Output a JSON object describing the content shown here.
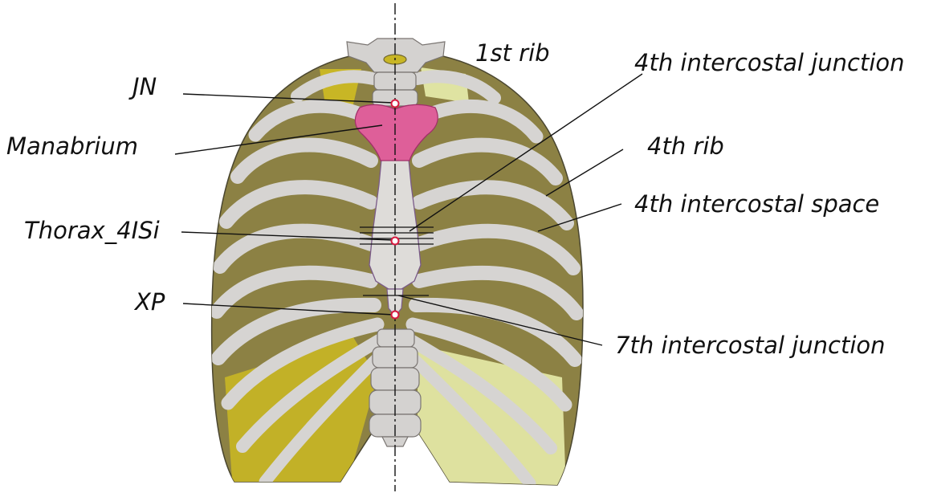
{
  "labels": {
    "jn": "JN",
    "manubrium": "Manabrium",
    "thorax_4isi": "Thorax_4ISi",
    "xp": "XP",
    "rib_1": "1st rib",
    "intercostal_junction_4": "4th intercostal junction",
    "rib_4": "4th rib",
    "intercostal_space_4": "4th intercostal space",
    "intercostal_junction_7": "7th intercostal junction"
  },
  "colors": {
    "rib_bone": "#d6d4d2",
    "rib_shadow": "#a9a7a5",
    "intercostal_space": "#8c8144",
    "intercostal_dark": "#6f6535",
    "intercostal_yellow": "#c8b625",
    "intercostal_pale": "#e3e6a4",
    "manubrium": "#de5f99",
    "landmark_point": "#d8193f",
    "leader_line": "#111111",
    "midline": "#111111"
  }
}
